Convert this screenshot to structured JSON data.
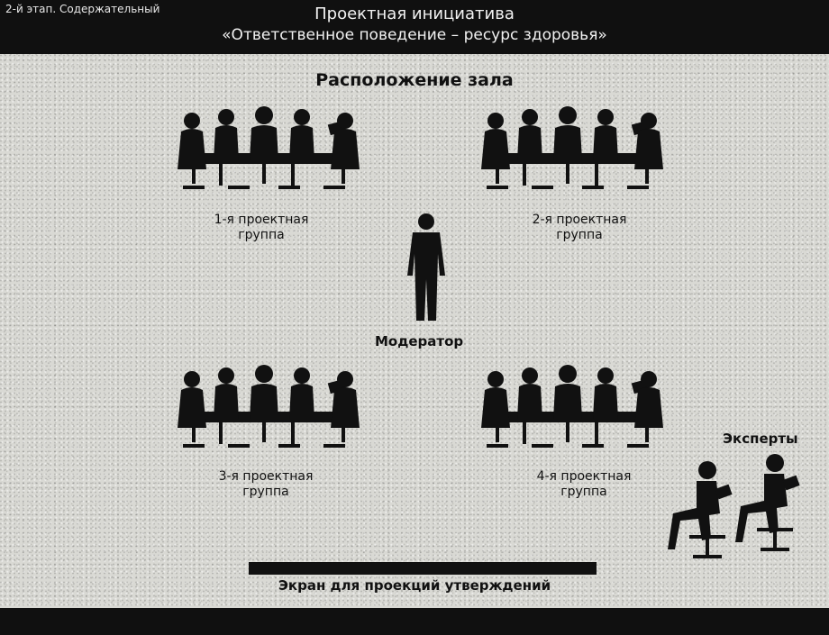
{
  "header": {
    "stage": "2-й этап. Содержательный",
    "line1": "Проектная инициатива",
    "line2": "«Ответственное поведение – ресурс здоровья»"
  },
  "main": {
    "heading": "Расположение зала",
    "groups": [
      {
        "line1": "1-я проектная",
        "line2": "группа"
      },
      {
        "line1": "2-я проектная",
        "line2": "группа"
      },
      {
        "line1": "3-я проектная",
        "line2": "группа"
      },
      {
        "line1": "4-я проектная",
        "line2": "группа"
      }
    ],
    "moderator": "Модератор",
    "experts": "Эксперты",
    "screen": "Экран для проекций утверждений"
  },
  "colors": {
    "bar": "#101010",
    "silhouette": "#111111",
    "background": "#d9d9d4"
  }
}
